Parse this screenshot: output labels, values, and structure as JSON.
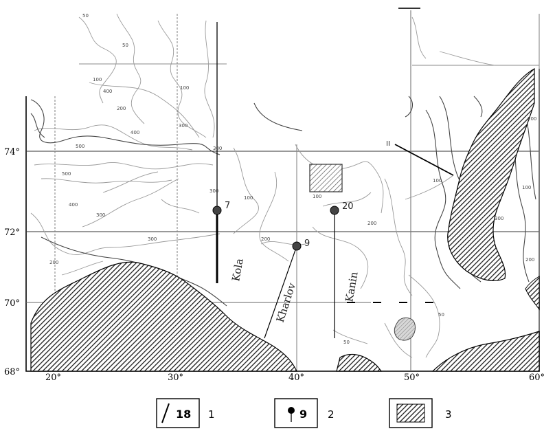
{
  "axes": {
    "latitudes": [
      "74°",
      "72°",
      "70°",
      "68°"
    ],
    "longitudes": [
      "20°",
      "30°",
      "40°",
      "50°",
      "60°"
    ]
  },
  "contour_labels": [
    "50",
    "50",
    "100",
    "100",
    "100",
    "200",
    "200",
    "200",
    "200",
    "300",
    "300",
    "300",
    "300",
    "300",
    "400",
    "400",
    "400",
    "500",
    "500",
    "100",
    "200",
    "300",
    "100",
    "200",
    "50",
    "50",
    "100"
  ],
  "sections": {
    "kola": "Kola",
    "kharlov": "Kharlov",
    "kanin": "Kanin",
    "nw": "II"
  },
  "stations": [
    {
      "number": "7"
    },
    {
      "number": "9"
    },
    {
      "number": "20"
    }
  ],
  "legend": {
    "item1_symbol_text": "18",
    "item1_label": "1",
    "item2_symbol_text": "9",
    "item2_label": "2",
    "item3_label": "3"
  }
}
